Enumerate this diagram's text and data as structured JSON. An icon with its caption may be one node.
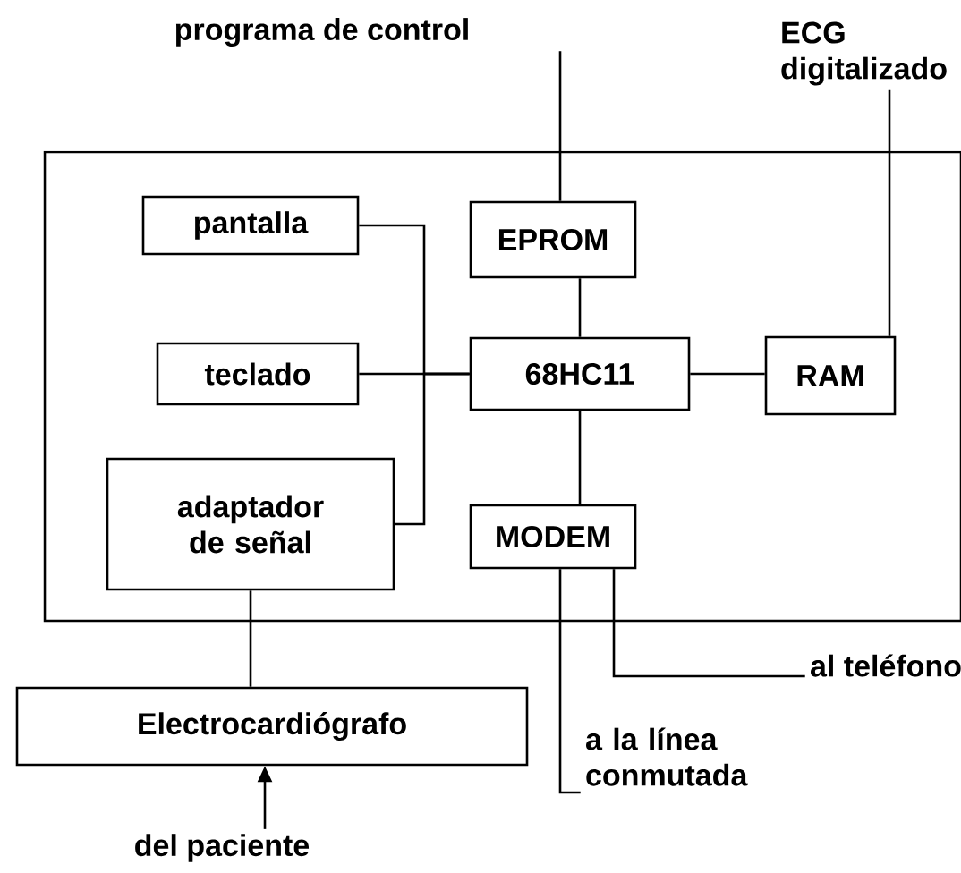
{
  "diagram": {
    "nodes": [
      {
        "text": [
          "programa de control"
        ]
      },
      {
        "text": [
          "ECG digitalizado"
        ]
      },
      {
        "text": [],
        "shape": "box"
      },
      {
        "text": [
          "pantalla"
        ],
        "in": 2
      },
      {
        "text": [
          "EPROM"
        ],
        "in": 2
      },
      {
        "text": [
          "teclado"
        ],
        "in": 2
      },
      {
        "text": [
          "68HC11"
        ],
        "in": 2
      },
      {
        "text": [
          "RAM"
        ],
        "in": 2
      },
      {
        "text": [
          "adaptador de señal"
        ],
        "in": 2
      },
      {
        "text": [
          "MODEM"
        ],
        "in": 2
      },
      {
        "text": [
          "al teléfono"
        ]
      },
      {
        "text": [
          "Electrocardiógrafo"
        ]
      },
      {
        "text": [
          "a la línea conmutada"
        ]
      },
      {
        "text": [
          "del paciente"
        ]
      }
    ],
    "edges": [
      {
        "from": 0,
        "to": 4,
        "arrow": "none"
      },
      {
        "from": 1,
        "to": 7,
        "arrow": "none"
      },
      {
        "from": 3,
        "to": 6,
        "arrow": "none"
      },
      {
        "from": 5,
        "to": 6,
        "arrow": "none"
      },
      {
        "from": 8,
        "to": 6,
        "arrow": "none"
      },
      {
        "from": 4,
        "to": 6,
        "arrow": "none"
      },
      {
        "from": 6,
        "to": 7,
        "arrow": "none"
      },
      {
        "from": 6,
        "to": 9,
        "arrow": "none"
      },
      {
        "from": 9,
        "to": 10,
        "arrow": "none"
      },
      {
        "from": 9,
        "to": 12,
        "arrow": "none"
      },
      {
        "from": 8,
        "to": 11,
        "arrow": "none"
      },
      {
        "from": 13,
        "to": 11,
        "arrow": "to"
      }
    ]
  }
}
